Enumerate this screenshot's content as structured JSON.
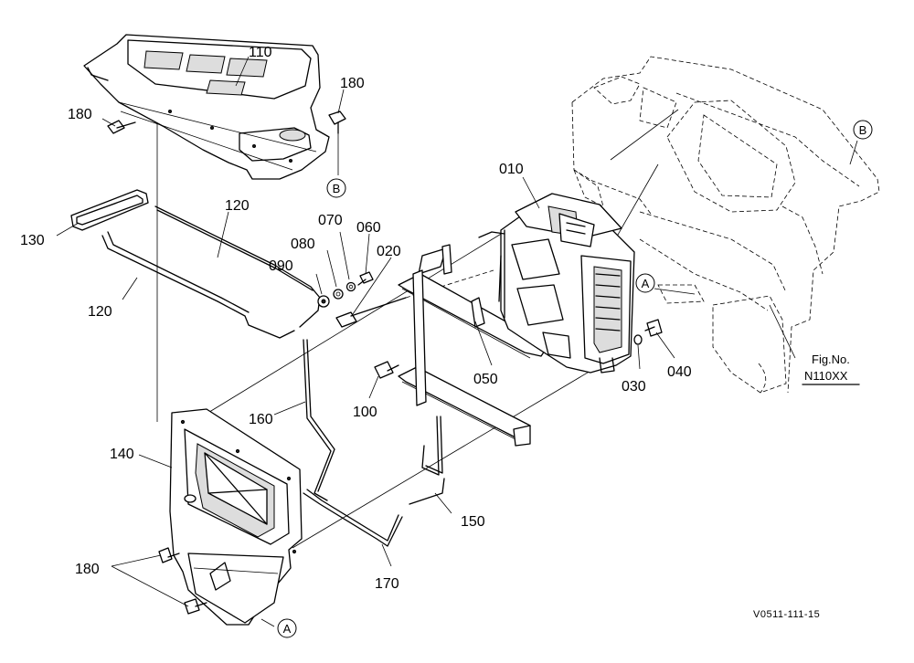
{
  "callouts": {
    "c010": "010",
    "c020": "020",
    "c030": "030",
    "c040": "040",
    "c050": "050",
    "c060": "060",
    "c070": "070",
    "c080": "080",
    "c090": "090",
    "c100": "100",
    "c110": "110",
    "c120a": "120",
    "c120b": "120",
    "c130": "130",
    "c140": "140",
    "c150": "150",
    "c160": "160",
    "c170": "170",
    "c180a": "180",
    "c180b": "180",
    "c180c": "180"
  },
  "markers": {
    "mA1": "A",
    "mA2": "A",
    "mB1": "B",
    "mB2": "B"
  },
  "figref": {
    "line1": "Fig.No.",
    "line2": "N110XX"
  },
  "drawing_code": "V0511-111-15"
}
